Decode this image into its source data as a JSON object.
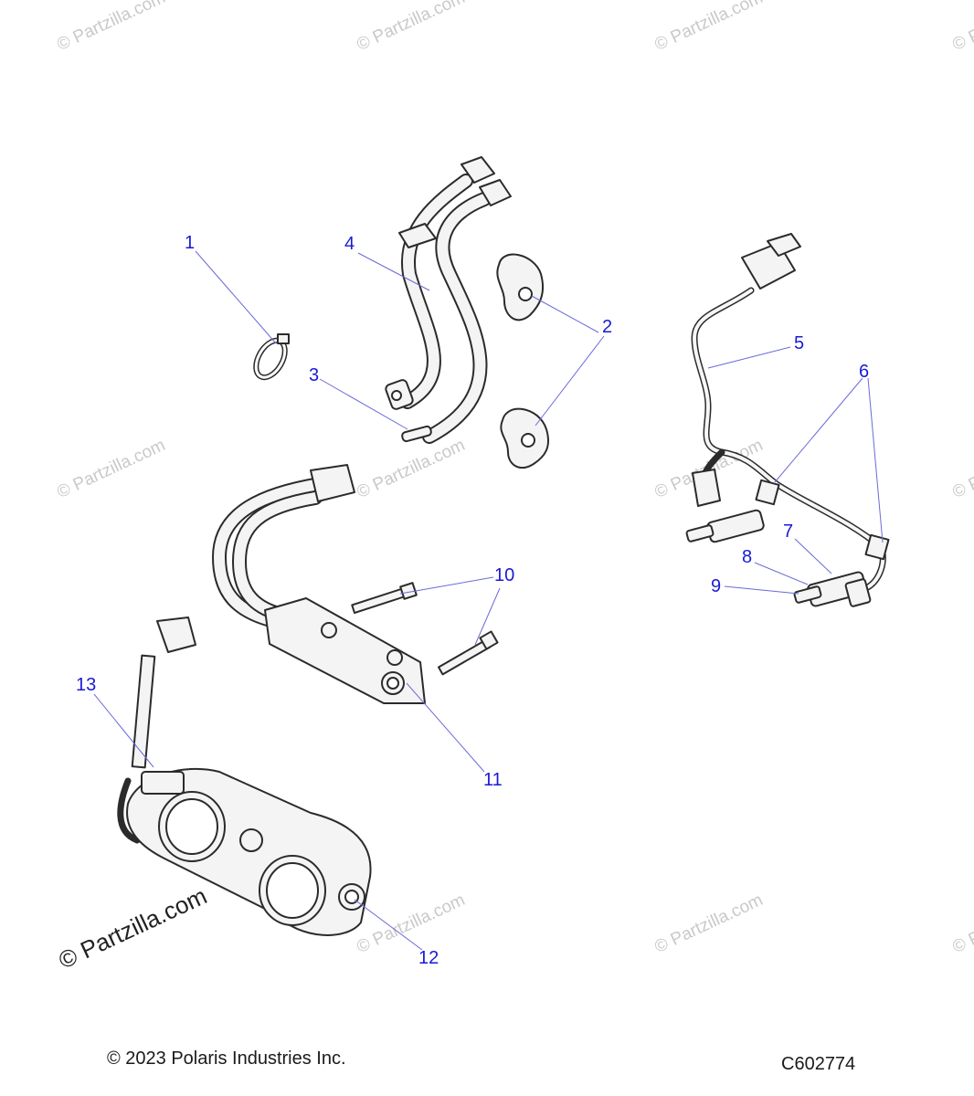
{
  "watermark_text": "© Partzilla.com",
  "logo_text": "© Partzilla.com",
  "callouts": [
    "1",
    "2",
    "3",
    "4",
    "5",
    "6",
    "7",
    "8",
    "9",
    "10",
    "11",
    "12",
    "13"
  ],
  "footer": {
    "copyright": "© 2023 Polaris Industries Inc.",
    "diagram_code": "C602774"
  },
  "colors": {
    "callout": "#1a1ad6",
    "leader": "#6a6ad8",
    "watermark": "#c9c9c9"
  }
}
